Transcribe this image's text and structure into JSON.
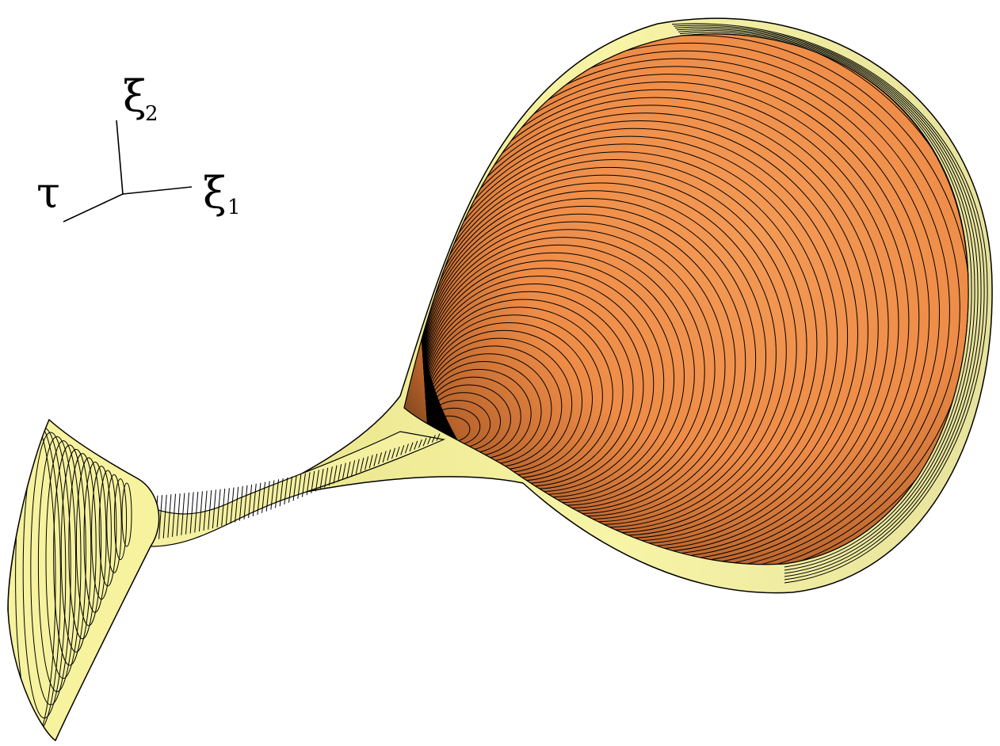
{
  "axes": {
    "tau": "τ",
    "xi1": {
      "base": "ξ",
      "sub": "1"
    },
    "xi2": {
      "base": "ξ",
      "sub": "2"
    }
  },
  "colors": {
    "outer_surface": "#f5f19a",
    "outer_surface_shade": "#d8d36a",
    "inner_surface": "#f0914c",
    "inner_surface_shade": "#c8662c",
    "inner_shadow": "#3a2410",
    "mesh_lines": "#000000"
  }
}
